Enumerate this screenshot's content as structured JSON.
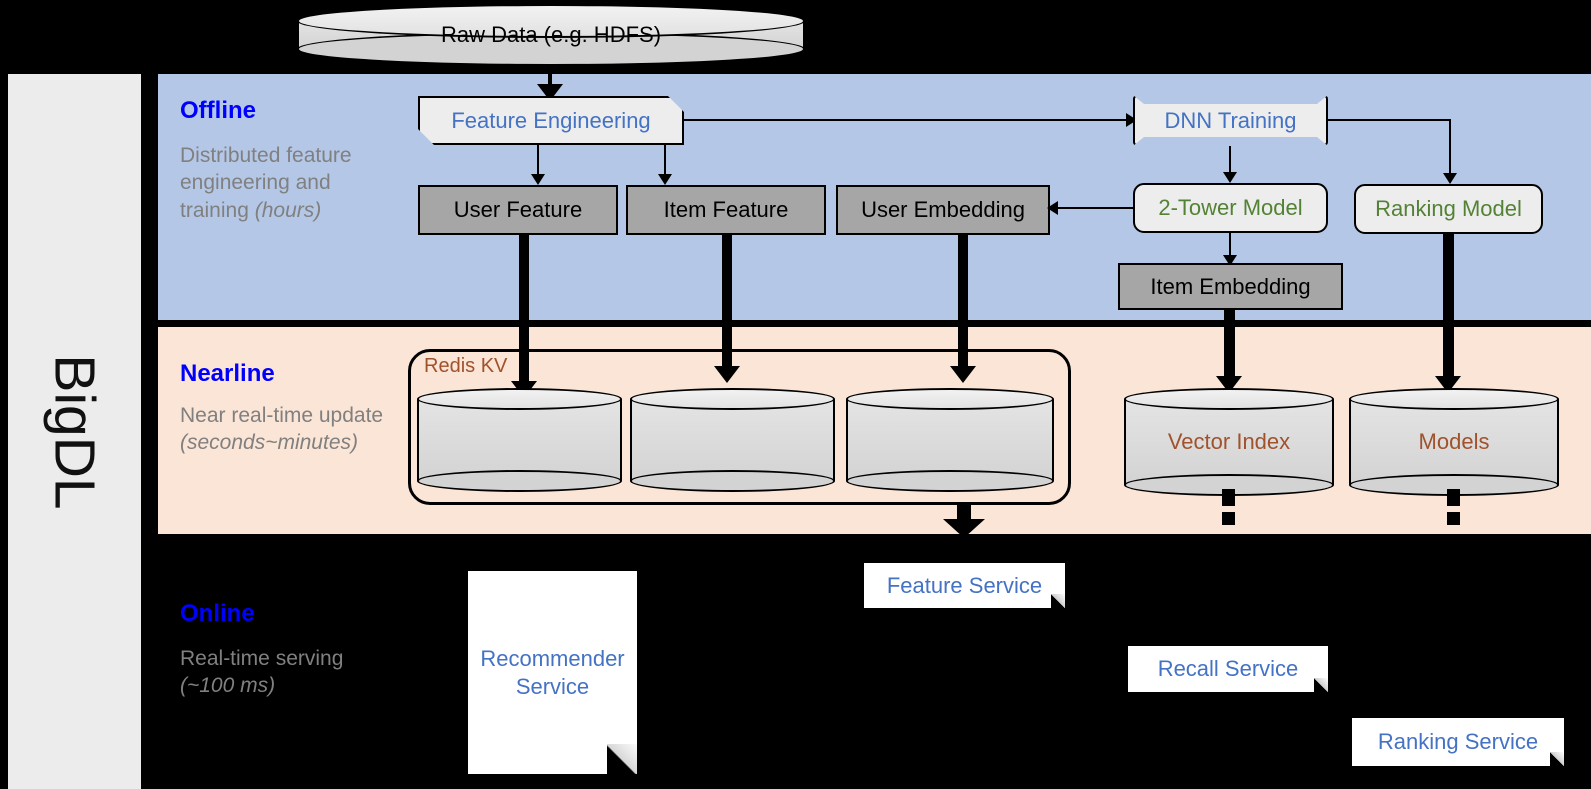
{
  "framework": {
    "name": "BigDL"
  },
  "source": {
    "label": "Raw Data (e.g. HDFS)"
  },
  "bands": [
    {
      "id": "offline",
      "title": "Offline",
      "subtitle_plain": "Distributed feature engineering and training ",
      "subtitle_italic": "(hours)",
      "bg": "#b4c7e7"
    },
    {
      "id": "nearline",
      "title": "Nearline",
      "subtitle_plain": "Near real-time update ",
      "subtitle_italic": "(seconds~minutes)",
      "bg": "#fbe5d6"
    },
    {
      "id": "online",
      "title": "Online",
      "subtitle_plain": "Real-time serving ",
      "subtitle_italic": "(~100 ms)",
      "bg": "#000000"
    }
  ],
  "offline": {
    "feature_engineering": "Feature Engineering",
    "dnn_training": "DNN Training",
    "user_feature": "User Feature",
    "item_feature": "Item Feature",
    "user_embedding": "User Embedding",
    "two_tower_model": "2-Tower Model",
    "ranking_model": "Ranking Model",
    "item_embedding": "Item Embedding"
  },
  "nearline": {
    "redis_label": "Redis KV",
    "store_user_feature": "",
    "store_item_feature": "",
    "store_user_embedding": "",
    "vector_index": "Vector Index",
    "models": "Models"
  },
  "online": {
    "recommender_service": "Recommender Service",
    "feature_service": "Feature Service",
    "recall_service": "Recall Service",
    "ranking_service": "Ranking Service"
  },
  "colors": {
    "offline_bg": "#b4c7e7",
    "nearline_bg": "#fbe5d6",
    "online_bg": "#000000",
    "band_title": "#0000ff",
    "band_sub": "#808080",
    "process_text": "#4472c4",
    "model_text": "#548235",
    "store_text": "#a0522d",
    "data_box_fill": "#a6a6a6",
    "process_box_fill": "#ededed",
    "rail_bg": "#ececec"
  }
}
